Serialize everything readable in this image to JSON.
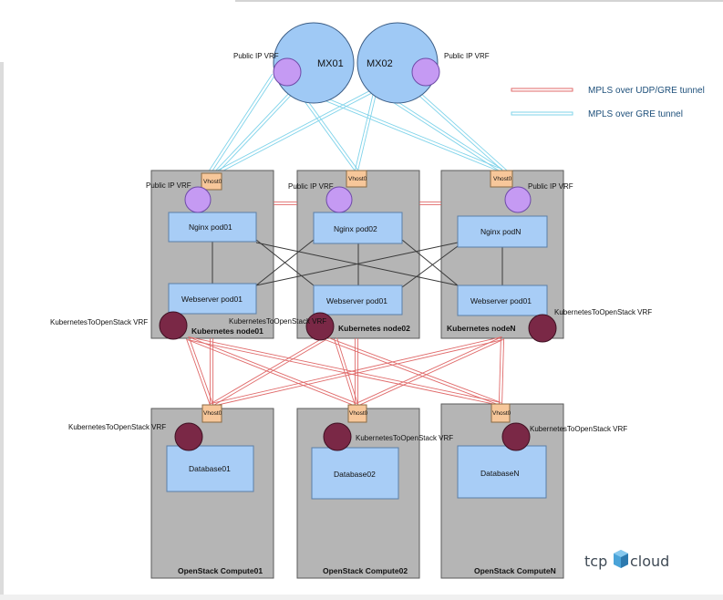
{
  "routers": [
    {
      "id": "mx01",
      "label": "MX01",
      "vrf_label": "Public IP VRF"
    },
    {
      "id": "mx02",
      "label": "MX02",
      "vrf_label": "Public IP VRF"
    }
  ],
  "legend": [
    {
      "label": "MPLS over UDP/GRE tunnel",
      "color": "#e06a6a"
    },
    {
      "label": "MPLS over GRE tunnel",
      "color": "#7fd3ea"
    }
  ],
  "kubernetes_nodes": [
    {
      "id": "k1",
      "label": "Kubernetes node01",
      "vhost": "Vhost0",
      "vrf_label": "Public IP VRF",
      "nginx": "Nginx pod01",
      "webserver": "Webserver pod01",
      "k2o_label": "KubernetesToOpenStack VRF"
    },
    {
      "id": "k2",
      "label": "Kubernetes node02",
      "vhost": "Vhost0",
      "vrf_label": "Public IP VRF",
      "nginx": "Nginx pod02",
      "webserver": "Webserver pod01",
      "k2o_label": "KubernetesToOpenStack VRF"
    },
    {
      "id": "kN",
      "label": "Kubernetes nodeN",
      "vhost": "Vhost0",
      "vrf_label": "Public IP VRF",
      "nginx": "Nginx podN",
      "webserver": "Webserver pod01",
      "k2o_label": "KubernetesToOpenStack VRF"
    }
  ],
  "openstack_computes": [
    {
      "id": "c1",
      "label": "OpenStack Compute01",
      "vhost": "Vhost0",
      "database": "Database01",
      "k2o_label": "KubernetesToOpenStack VRF"
    },
    {
      "id": "c2",
      "label": "OpenStack Compute02",
      "vhost": "Vhost0",
      "database": "Database02",
      "k2o_label": "KubernetesToOpenStack VRF"
    },
    {
      "id": "cN",
      "label": "OpenStack ComputeN",
      "vhost": "Vhost0",
      "database": "DatabaseN",
      "k2o_label": "KubernetesToOpenStack VRF"
    }
  ],
  "brand": {
    "logo_text_left": "tcp",
    "logo_text_right": "cloud"
  },
  "colors": {
    "udp_gre_tunnel": "#e06a6a",
    "gre_tunnel": "#7fd3ea",
    "node_fill": "#b5b5b5",
    "pod_fill": "#a8cdf6",
    "vhost_fill": "#f7c79a",
    "public_vrf": "#c59af3",
    "k2o_vrf": "#7a2846",
    "mx_fill": "#9fc9f5"
  }
}
